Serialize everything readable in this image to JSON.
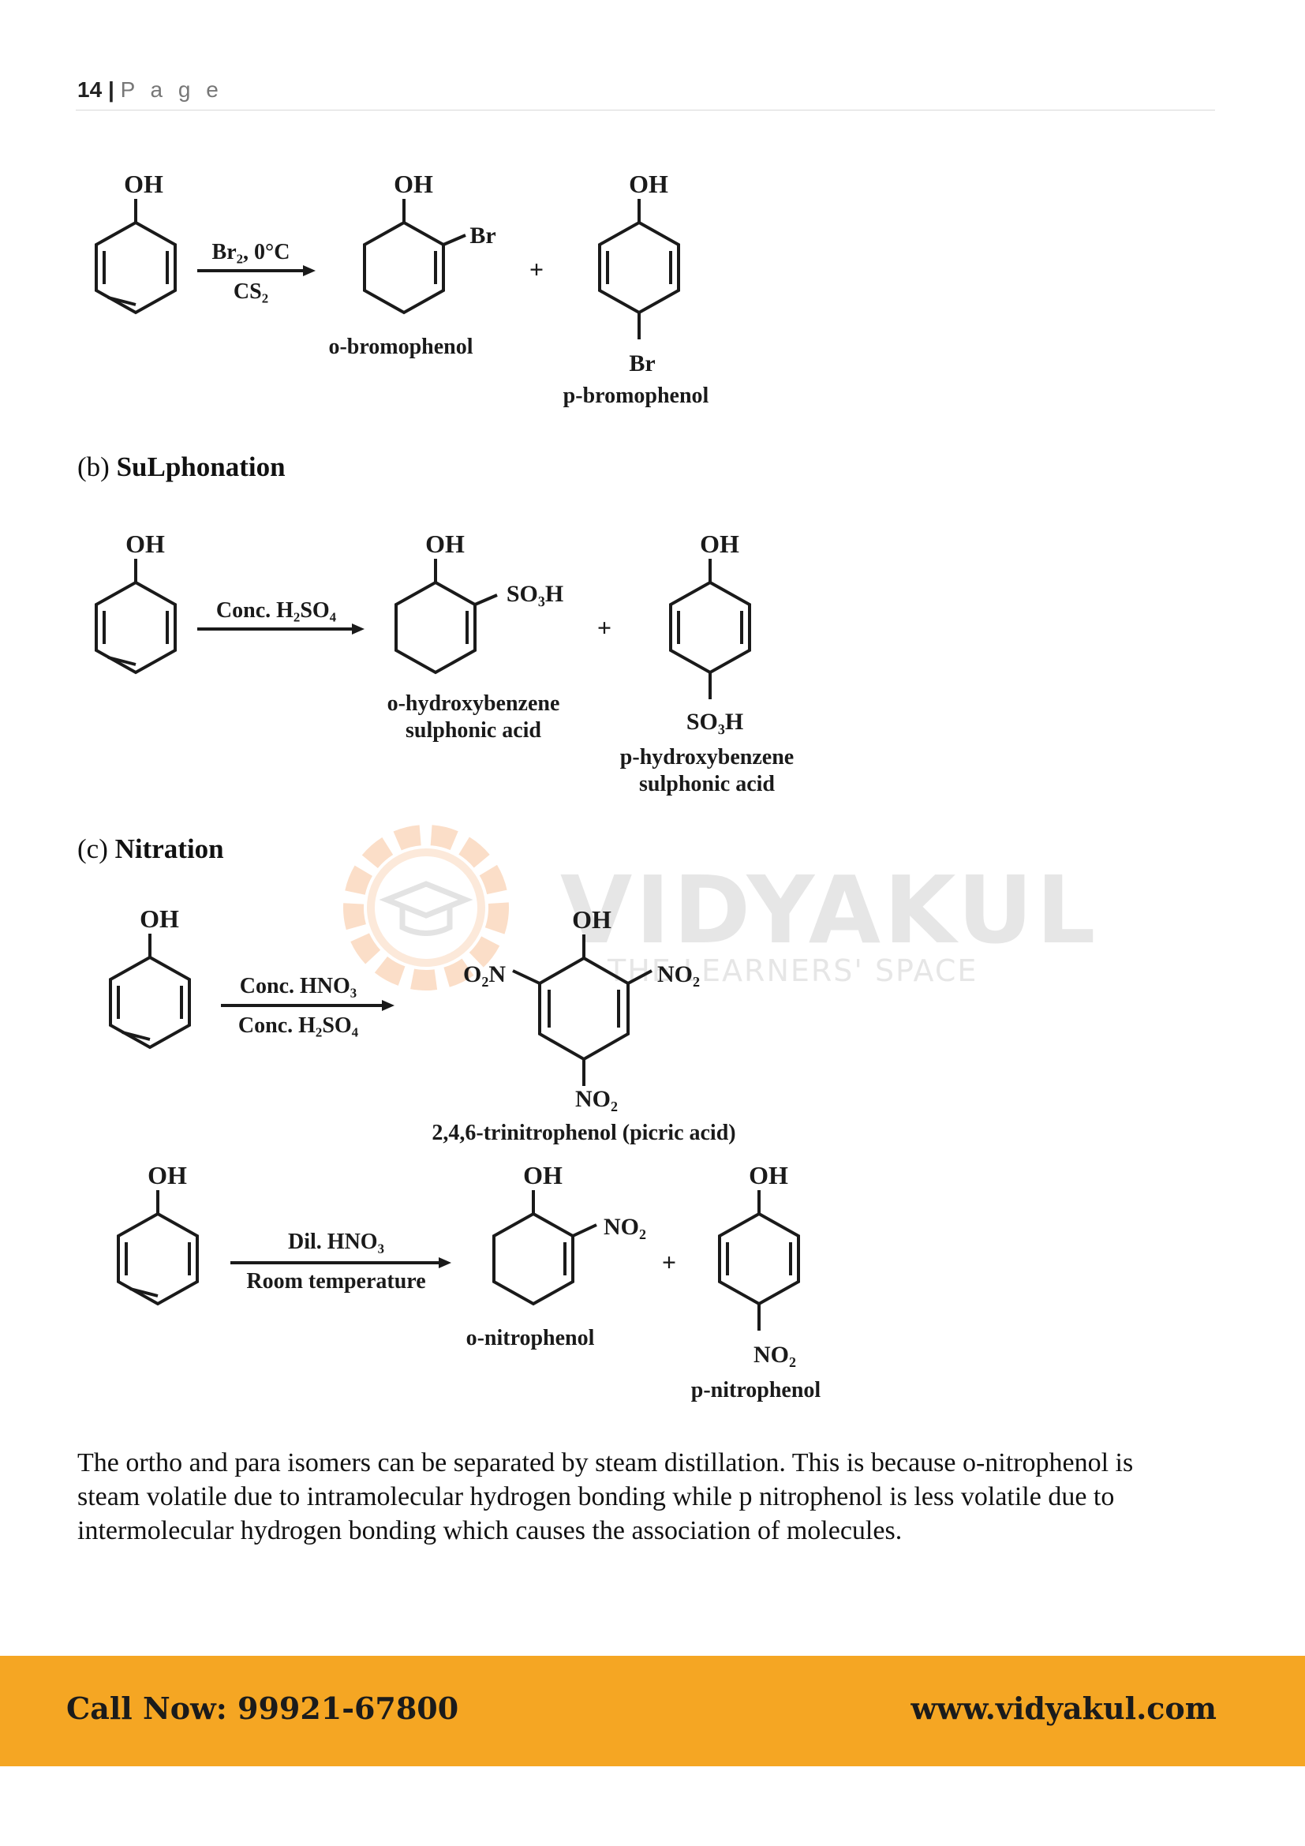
{
  "header": {
    "page_number": "14",
    "separator": "|",
    "page_label": "P a g e"
  },
  "reaction_bromination": {
    "reactant_group": "OH",
    "reagent_top": "Br₂, 0°C",
    "reagent_bottom": "CS₂",
    "product1_group": "OH",
    "product1_substituent": "Br",
    "product1_name": "o-bromophenol",
    "plus": "+",
    "product2_group": "OH",
    "product2_substituent": "Br",
    "product2_name": "p-bromophenol"
  },
  "section_b": {
    "label": "(b)",
    "title": "SuLphonation"
  },
  "reaction_sulphonation": {
    "reactant_group": "OH",
    "reagent_top": "Conc. H₂SO₄",
    "product1_group": "OH",
    "product1_substituent": "SO₃H",
    "product1_name_line1": "o-hydroxybenzene",
    "product1_name_line2": "sulphonic acid",
    "plus": "+",
    "product2_group": "OH",
    "product2_substituent": "SO₃H",
    "product2_name_line1": "p-hydroxybenzene",
    "product2_name_line2": "sulphonic acid"
  },
  "section_c": {
    "label": "(c)",
    "title": "Nitration"
  },
  "reaction_nitration_conc": {
    "reactant_group": "OH",
    "reagent_top": "Conc. HNO₃",
    "reagent_bottom": "Conc. H₂SO₄",
    "product_group": "OH",
    "product_left": "O₂N",
    "product_right": "NO₂",
    "product_bottom": "NO₂",
    "product_name": "2,4,6-trinitrophenol (picric acid)"
  },
  "reaction_nitration_dil": {
    "reactant_group": "OH",
    "reagent_top": "Dil. HNO₃",
    "reagent_bottom": "Room temperature",
    "product1_group": "OH",
    "product1_substituent": "NO₂",
    "product1_name": "o-nitrophenol",
    "plus": "+",
    "product2_group": "OH",
    "product2_substituent": "NO₂",
    "product2_name": "p-nitrophenol"
  },
  "paragraph": "The ortho and para isomers can be separated by steam distillation. This is because o-nitrophenol is steam volatile due to intramolecular hydrogen bonding while p nitrophenol is less volatile due to intermolecular hydrogen bonding which causes the association of molecules.",
  "watermark": {
    "brand": "VIDYAKUL",
    "tagline": "THE LEARNERS' SPACE"
  },
  "footer": {
    "call": "Call Now: 99921-67800",
    "website": "www.vidyakul.com",
    "color": "#f5a623"
  }
}
